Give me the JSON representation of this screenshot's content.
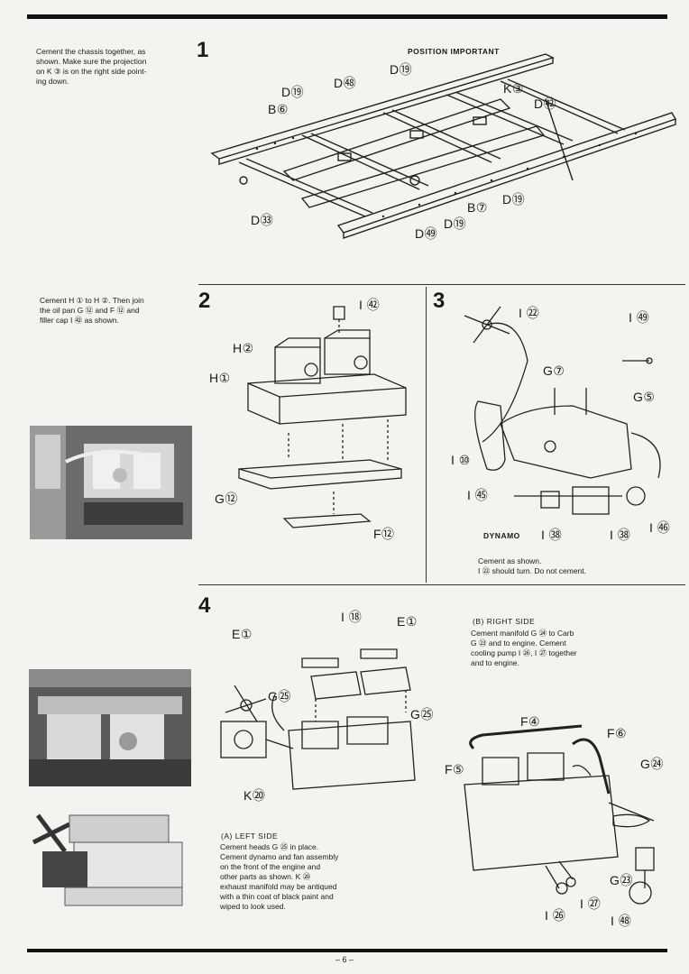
{
  "step1": {
    "number": "1",
    "note": "Cement the chassis together, as\nshown. Make sure the projection\non K ③ is on the right side point-\ning down.",
    "caption": "POSITION IMPORTANT",
    "labels": [
      "D⑲",
      "D㊽",
      "D⑲",
      "B⑥",
      "K③",
      "D㊷",
      "D㉝",
      "B⑦",
      "D⑲",
      "D⑲",
      "D㊾"
    ]
  },
  "step2": {
    "number": "2",
    "note": "Cement H ① to H ②. Then join\nthe oil pan G ⑫ and F ⑫ and\nfiller cap I ㊷ as shown.",
    "labels": [
      "I ㊷",
      "H②",
      "H①",
      "G⑫",
      "F⑫"
    ]
  },
  "step3": {
    "number": "3",
    "labels": [
      "I ㉒",
      "I ㊾",
      "G⑦",
      "G⑤",
      "I ⑩",
      "I ㊺",
      "I ㊳",
      "I ㊳",
      "I ㊻"
    ],
    "dynamo": "DYNAMO",
    "note": "Cement as shown.\nI ㉒ should turn. Do not cement."
  },
  "step4": {
    "number": "4",
    "labels": [
      "E①",
      "I ⑱",
      "E①",
      "G㉕",
      "G㉕",
      "K⑳",
      "F④",
      "F⑥",
      "F⑤",
      "G㉔",
      "G㉓",
      "I ㉗",
      "I ㉖",
      "I ㊽"
    ],
    "right_title": "(B) RIGHT SIDE",
    "right_note": "Cement manifold G ㉔ to Carb\nG ㉓ and to engine. Cement\ncooling pump I ㉖, I ㉗ together\nand to engine.",
    "left_title": "(A) LEFT SIDE",
    "left_note": "Cement heads G ㉕ in place.\nCement dynamo and fan assembly\non the front of the engine and\nother parts as shown. K ⑳\nexhaust manifold may be antiqued\nwith a thin coat of black paint and\nwiped to look used."
  },
  "footer": {
    "page": "– 6 –"
  }
}
